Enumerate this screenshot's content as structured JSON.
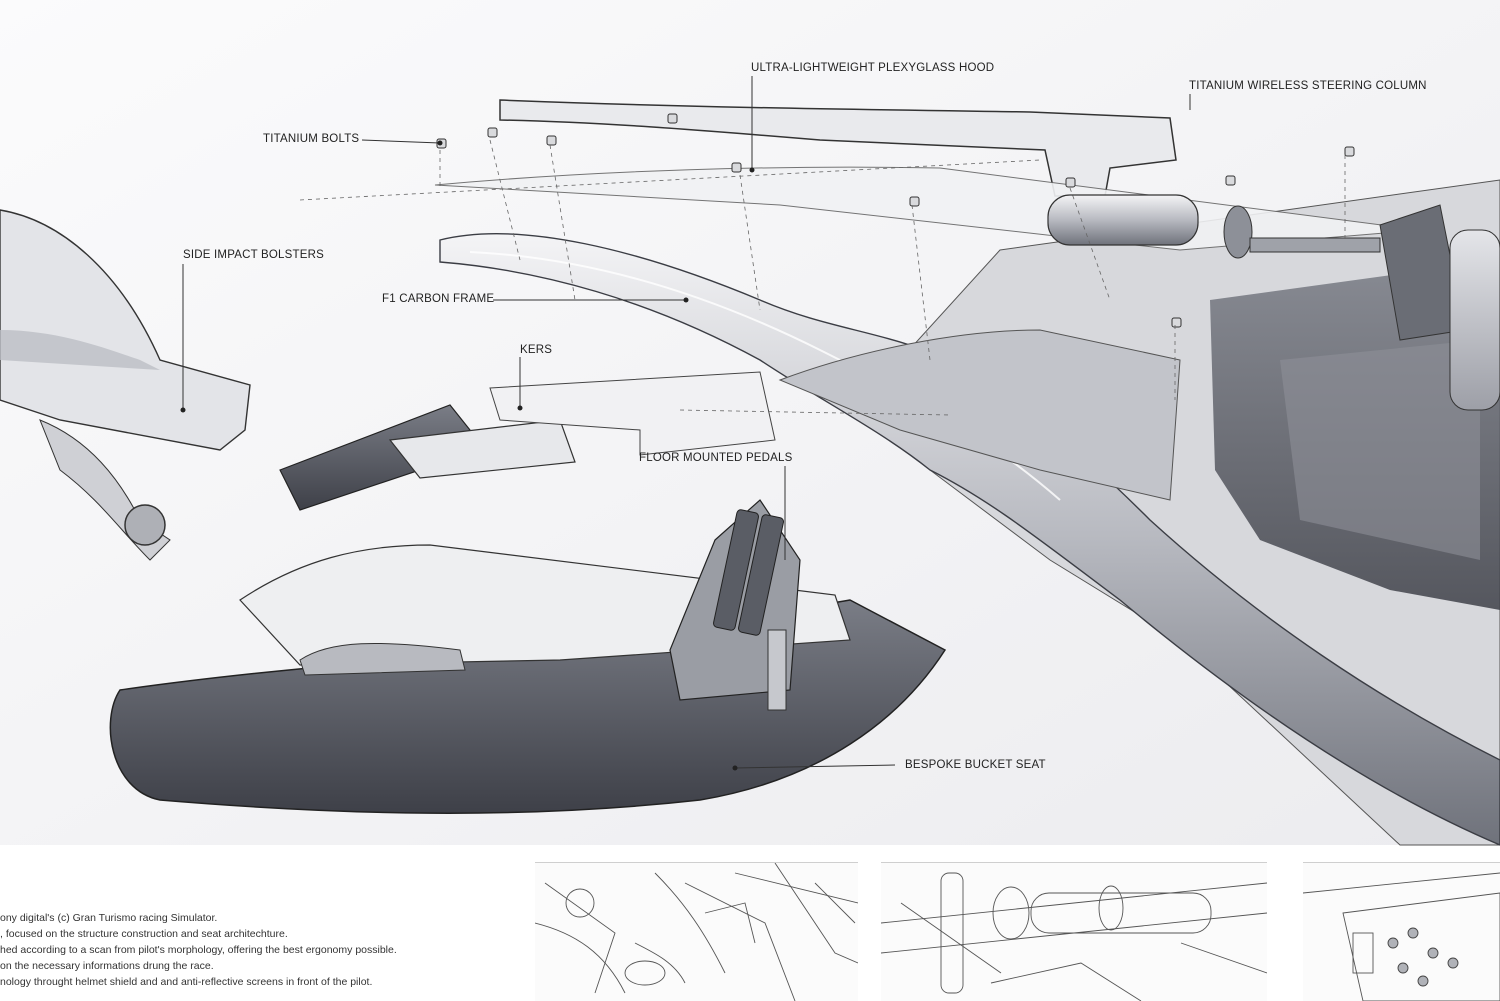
{
  "callouts": {
    "hood": "ULTRA-LIGHTWEIGHT PLEXYGLASS HOOD",
    "steering": "TITANIUM WIRELESS STEERING COLUMN",
    "bolts": "TITANIUM BOLTS",
    "bolsters": "SIDE IMPACT BOLSTERS",
    "frame": "F1 CARBON FRAME",
    "kers": "KERS",
    "pedals": "FLOOR MOUNTED PEDALS",
    "seat": "BESPOKE BUCKET SEAT"
  },
  "caption_lines": [
    "ony digital's (c) Gran Turismo racing Simulator.",
    ", focused on the structure construction and seat architechture.",
    "hed according to a scan from pilot's morphology, offering the best ergonomy possible.",
    " on the necessary informations drung the race.",
    "nology throught helmet shield and and anti-reflective screens in front of the pilot."
  ],
  "colors": {
    "ink": "#2a2a2a",
    "shade_dark": "#5d6069",
    "shade_mid": "#a9abb3",
    "shade_light": "#e6e7ea",
    "panel": "#f3f3f4"
  }
}
